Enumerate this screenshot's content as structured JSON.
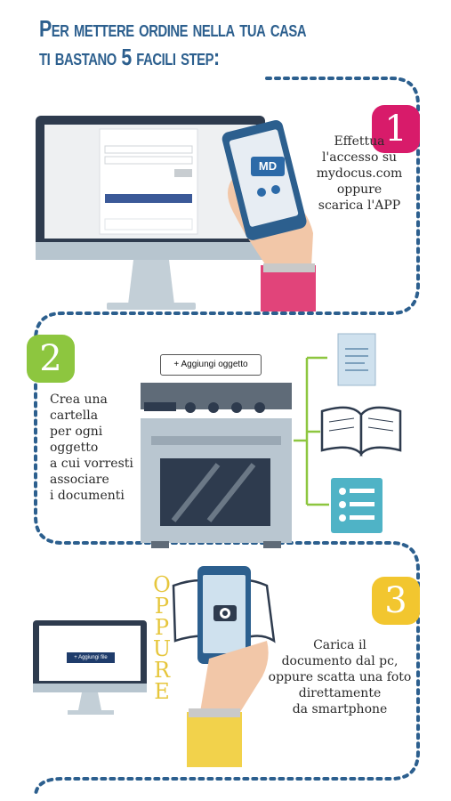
{
  "title": {
    "line1": "Per mettere ordine nella tua casa",
    "line2": "ti bastano 5 facili step:"
  },
  "steps": [
    {
      "number": "1",
      "color": "#d81b6a",
      "lines": [
        "Effettua",
        "l'accesso su",
        "mydocus.com",
        "oppure",
        "scarica l'APP"
      ]
    },
    {
      "number": "2",
      "color": "#8dc63f",
      "lines": [
        "Crea una",
        "cartella",
        "per ogni",
        "oggetto",
        "a cui vorresti",
        "associare",
        "i documenti"
      ]
    },
    {
      "number": "3",
      "color": "#f2c62f",
      "lines": [
        "Carica il",
        "documento dal pc,",
        "oppure scatta una foto",
        "direttamente",
        "da smartphone"
      ]
    }
  ],
  "phone_logo": "MD",
  "add_object_button": "+ Aggiungi oggetto",
  "add_file_button": "+ Aggiungi file",
  "oppure": [
    "O",
    "P",
    "P",
    "U",
    "R",
    "E"
  ],
  "colors": {
    "title": "#2c5f8e",
    "dotted_path": "#2c5f8e",
    "accent_pink": "#d81b6a",
    "accent_green": "#8dc63f",
    "accent_yellow": "#f2c62f"
  }
}
